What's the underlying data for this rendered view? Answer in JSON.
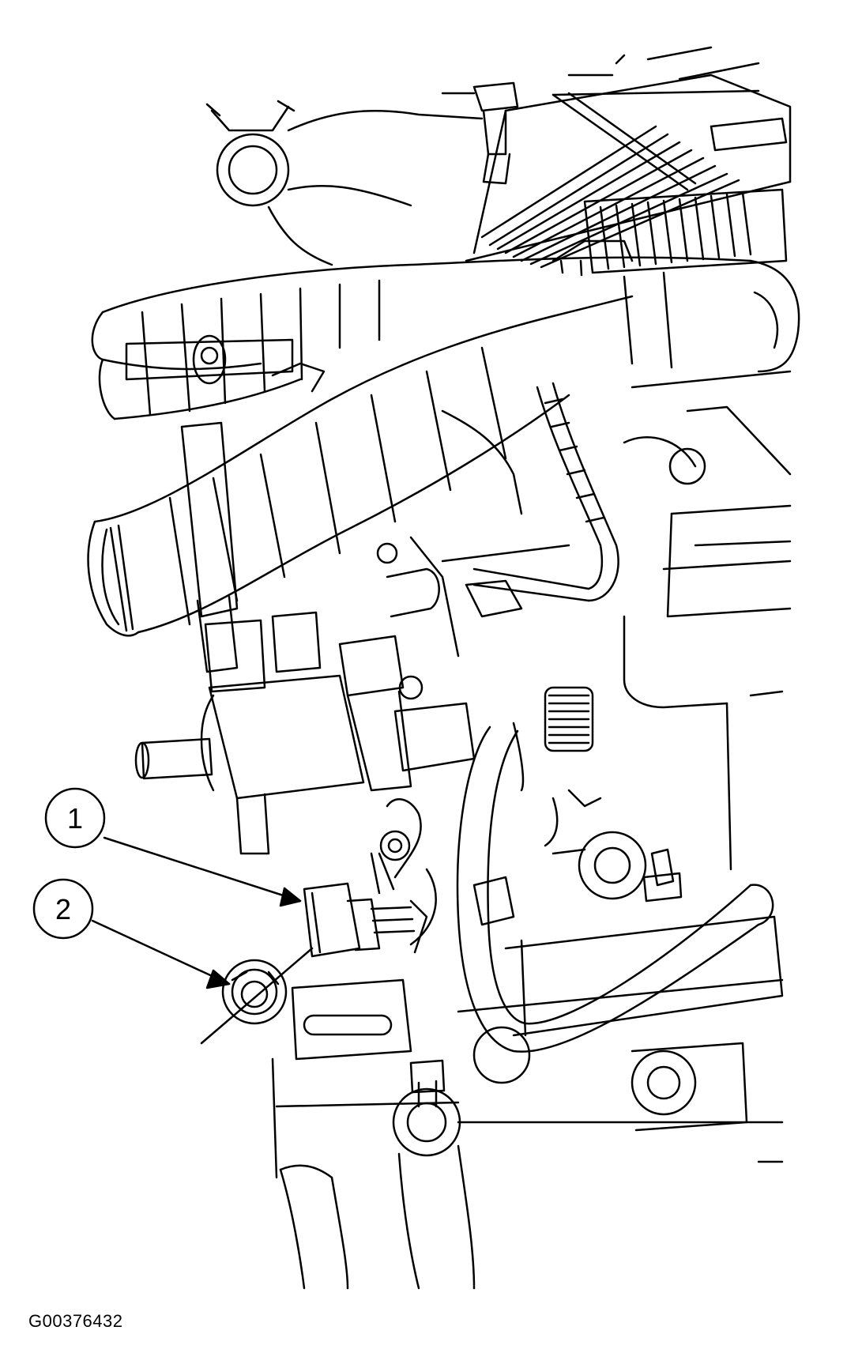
{
  "figure": {
    "id_label": "G00376432"
  },
  "callouts": [
    {
      "number": "1",
      "target": "electrical-connector"
    },
    {
      "number": "2",
      "target": "retaining-nut"
    }
  ],
  "colors": {
    "line": "#000000",
    "background": "#ffffff"
  }
}
